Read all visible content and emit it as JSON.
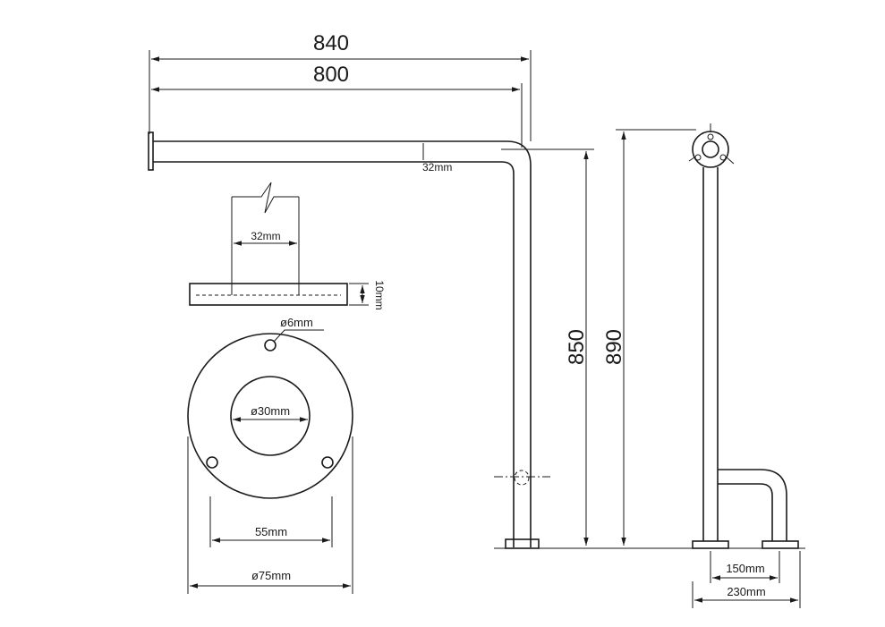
{
  "dimensions": {
    "overall_length": "840",
    "arm_length": "800",
    "tube_diameter": "32mm",
    "height_to_arm": "850",
    "overall_height": "890",
    "foot_spacing": "150mm",
    "base_depth": "230mm"
  },
  "detail": {
    "tube_diameter": "32mm",
    "plate_thickness": "10mm",
    "screw_hole": "ø6mm",
    "inner_bore": "ø30mm",
    "hole_spacing": "55mm",
    "plate_diameter": "ø75mm"
  }
}
